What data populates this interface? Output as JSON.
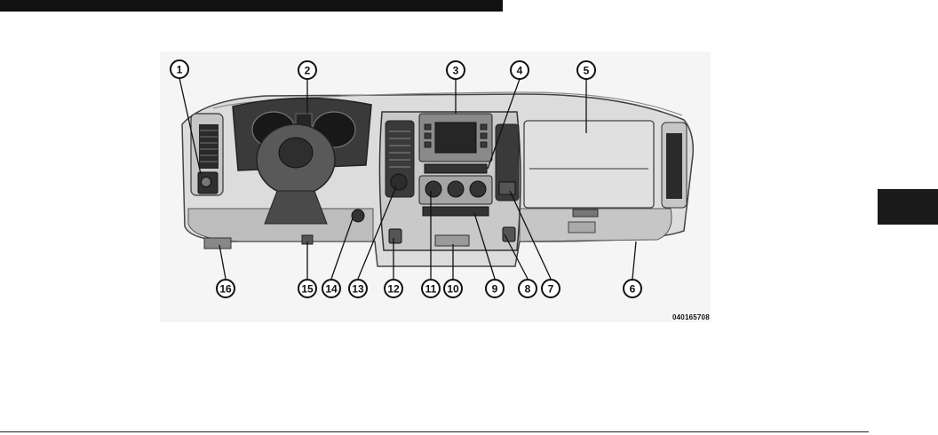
{
  "figure": {
    "code": "040165708",
    "callouts": [
      "1",
      "2",
      "3",
      "4",
      "5",
      "6",
      "7",
      "8",
      "9",
      "10",
      "11",
      "12",
      "13",
      "14",
      "15",
      "16"
    ]
  }
}
